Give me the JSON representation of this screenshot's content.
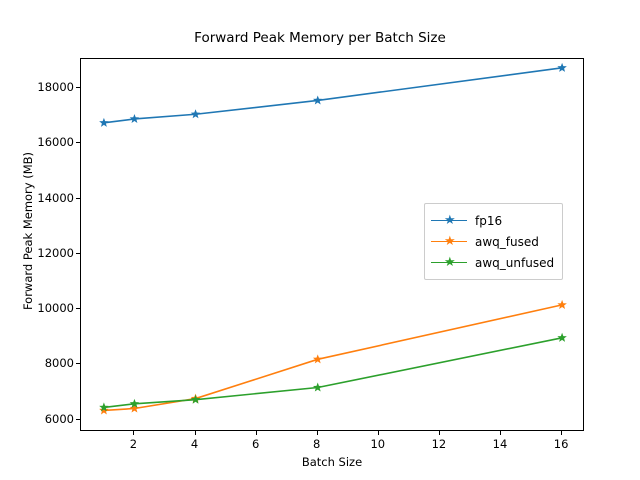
{
  "chart_data": {
    "type": "line",
    "title": "Forward Peak Memory per Batch Size",
    "xlabel": "Batch Size",
    "ylabel": "Forward Peak Memory (MB)",
    "x": [
      1,
      2,
      4,
      8,
      16
    ],
    "xlim": [
      0.25,
      16.75
    ],
    "ylim": [
      5550,
      19050
    ],
    "xticks": [
      2,
      4,
      6,
      8,
      10,
      12,
      14,
      16
    ],
    "xtick_labels": [
      "2",
      "4",
      "6",
      "8",
      "10",
      "12",
      "14",
      "16"
    ],
    "yticks": [
      6000,
      8000,
      10000,
      12000,
      14000,
      16000,
      18000
    ],
    "ytick_labels": [
      "6000",
      "8000",
      "10000",
      "12000",
      "14000",
      "16000",
      "18000"
    ],
    "grid": false,
    "legend_position": "center right",
    "marker": "star",
    "series": [
      {
        "name": "fp16",
        "color": "#1f77b4",
        "values": [
          16740,
          16880,
          17050,
          17550,
          18730
        ]
      },
      {
        "name": "awq_fused",
        "color": "#ff7f0e",
        "values": [
          6330,
          6400,
          6760,
          8180,
          10150
        ]
      },
      {
        "name": "awq_unfused",
        "color": "#2ca02c",
        "values": [
          6440,
          6570,
          6720,
          7160,
          8960
        ]
      }
    ]
  },
  "figure": {
    "background": "#ffffff",
    "axes_color": "#000000"
  }
}
